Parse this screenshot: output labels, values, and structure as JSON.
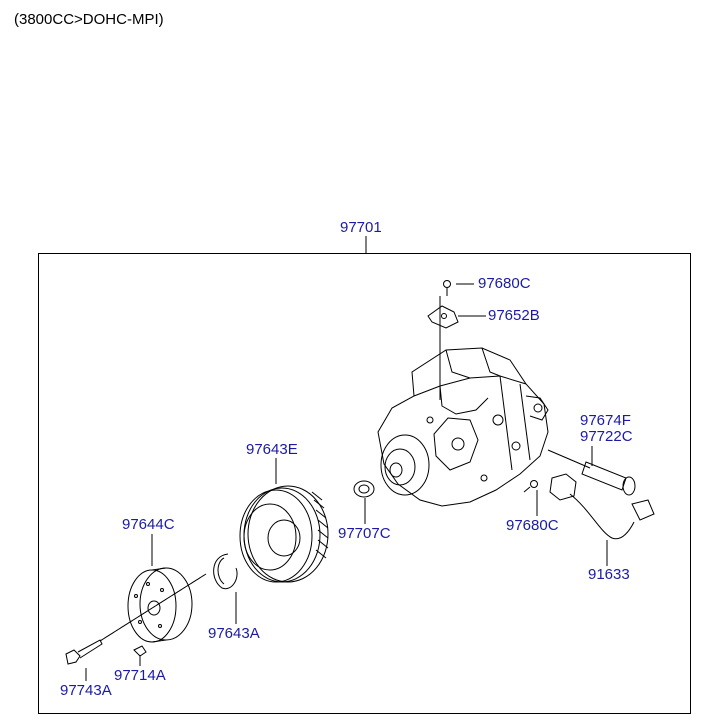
{
  "header": {
    "engine_spec": "(3800CC>DOHC-MPI)"
  },
  "diagram": {
    "assembly_part": "97701",
    "callouts": {
      "bolt_top": "97680C",
      "bracket": "97652B",
      "switch_a": "97674F",
      "switch_b": "97722C",
      "pulley": "97643E",
      "shim": "97707C",
      "bolt_side": "97680C",
      "disc_hub": "97644C",
      "wire_harness": "91633",
      "snap_ring": "97643A",
      "bolt_long": "97743A",
      "bolt_short": "97714A"
    },
    "colors": {
      "callout": "#1a1aa6",
      "line": "#000000"
    }
  }
}
